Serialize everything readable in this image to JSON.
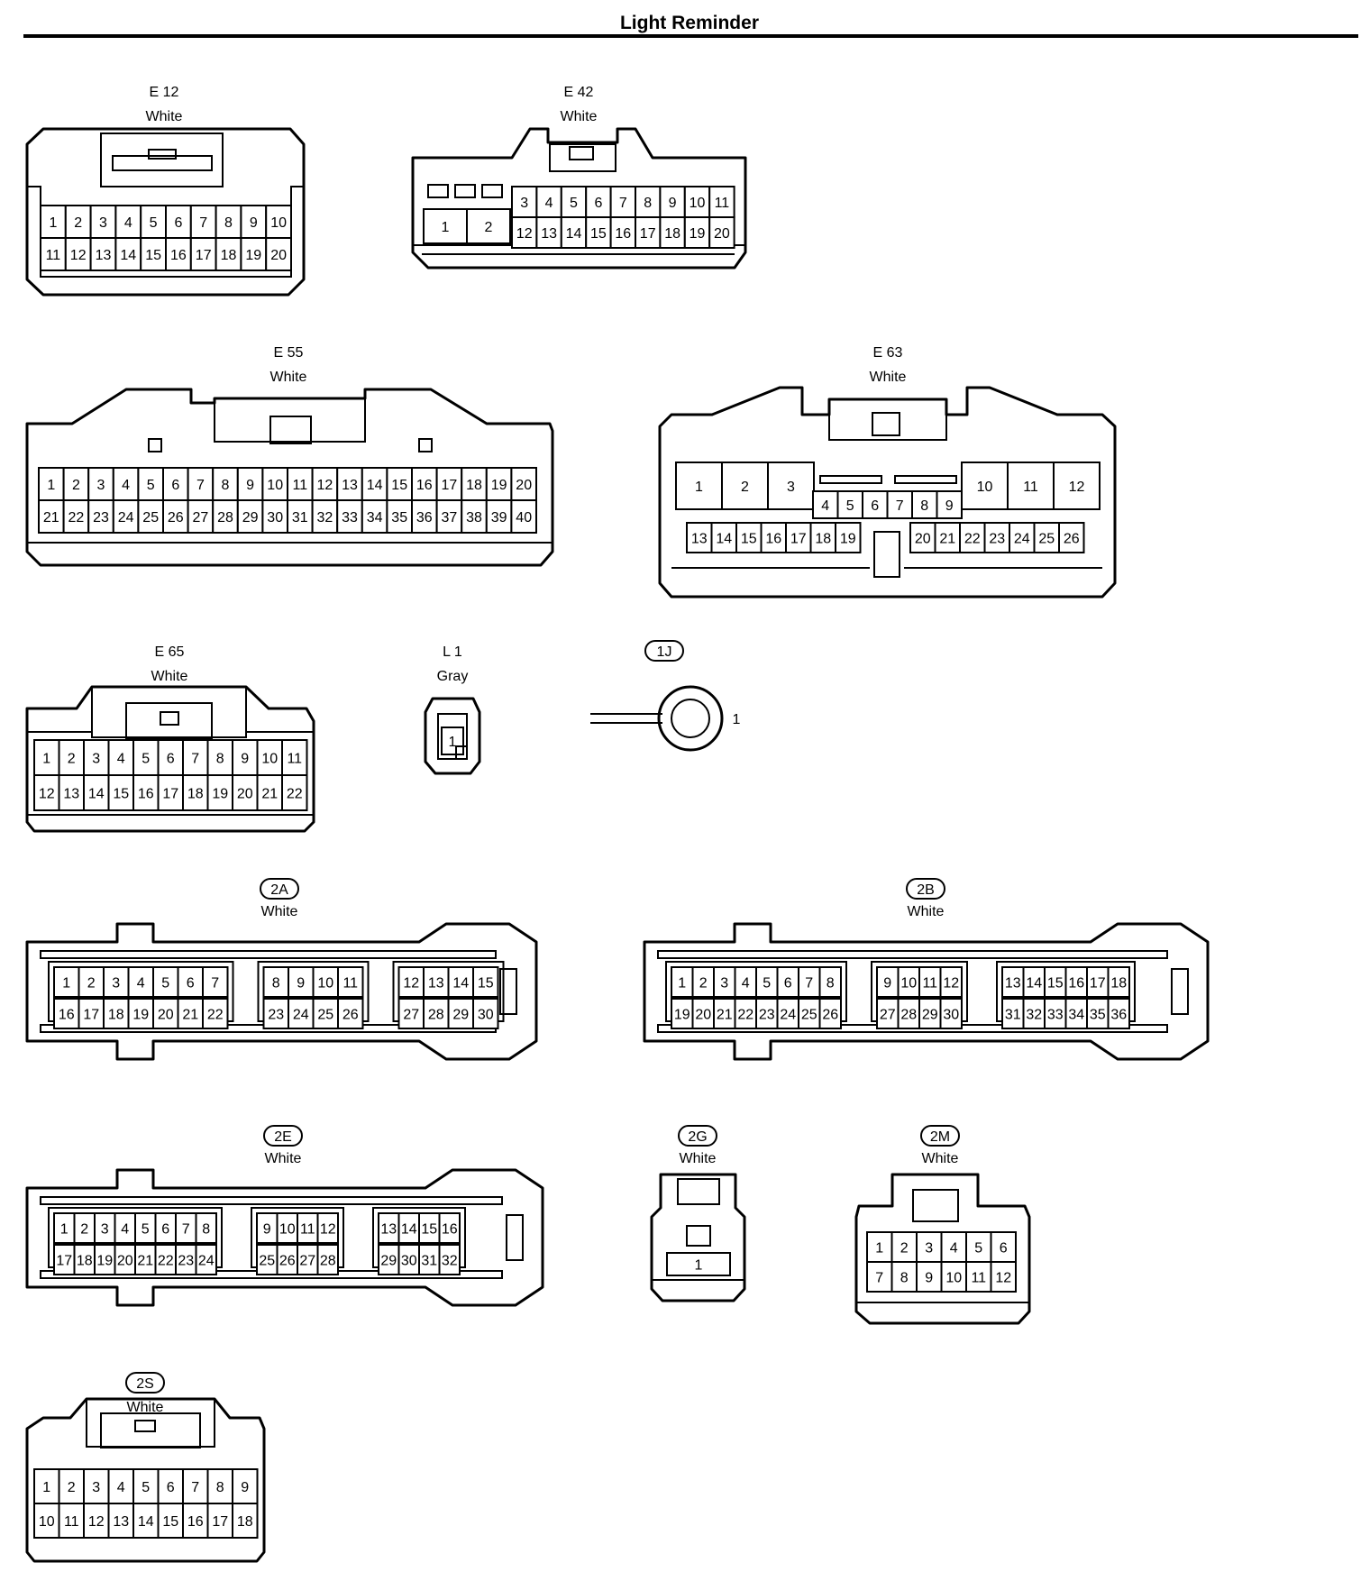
{
  "title": "Light Reminder",
  "connectors": [
    {
      "id": "E12",
      "code": "E 12",
      "pill": false,
      "color": "White",
      "rows": [
        [
          "1",
          "2",
          "3",
          "4",
          "5",
          "6",
          "7",
          "8",
          "9",
          "10"
        ],
        [
          "11",
          "12",
          "13",
          "14",
          "15",
          "16",
          "17",
          "18",
          "19",
          "20"
        ]
      ]
    },
    {
      "id": "E42",
      "code": "E 42",
      "pill": false,
      "color": "White",
      "big": [
        "1",
        "2"
      ],
      "rows": [
        [
          "3",
          "4",
          "5",
          "6",
          "7",
          "8",
          "9",
          "10",
          "11"
        ],
        [
          "12",
          "13",
          "14",
          "15",
          "16",
          "17",
          "18",
          "19",
          "20"
        ]
      ]
    },
    {
      "id": "E55",
      "code": "E 55",
      "pill": false,
      "color": "White",
      "rows": [
        [
          "1",
          "2",
          "3",
          "4",
          "5",
          "6",
          "7",
          "8",
          "9",
          "10",
          "11",
          "12",
          "13",
          "14",
          "15",
          "16",
          "17",
          "18",
          "19",
          "20"
        ],
        [
          "21",
          "22",
          "23",
          "24",
          "25",
          "26",
          "27",
          "28",
          "29",
          "30",
          "31",
          "32",
          "33",
          "34",
          "35",
          "36",
          "37",
          "38",
          "39",
          "40"
        ]
      ]
    },
    {
      "id": "E63",
      "code": "E 63",
      "pill": false,
      "color": "White",
      "big_left": [
        "1",
        "2",
        "3"
      ],
      "mid": [
        "4",
        "5",
        "6",
        "7",
        "8",
        "9"
      ],
      "big_right": [
        "10",
        "11",
        "12"
      ],
      "bottom_left": [
        "13",
        "14",
        "15",
        "16",
        "17",
        "18",
        "19"
      ],
      "bottom_right": [
        "20",
        "21",
        "22",
        "23",
        "24",
        "25",
        "26"
      ]
    },
    {
      "id": "E65",
      "code": "E 65",
      "pill": false,
      "color": "White",
      "rows": [
        [
          "1",
          "2",
          "3",
          "4",
          "5",
          "6",
          "7",
          "8",
          "9",
          "10",
          "11"
        ],
        [
          "12",
          "13",
          "14",
          "15",
          "16",
          "17",
          "18",
          "19",
          "20",
          "21",
          "22"
        ]
      ]
    },
    {
      "id": "L1",
      "code": "L 1",
      "pill": false,
      "color": "Gray",
      "pins": [
        "1"
      ]
    },
    {
      "id": "1J",
      "code": "1J",
      "pill": true,
      "color": "",
      "pins": [
        "1"
      ]
    },
    {
      "id": "2A",
      "code": "2A",
      "pill": true,
      "color": "White",
      "blocks": [
        {
          "top": [
            "1",
            "2",
            "3",
            "4",
            "5",
            "6",
            "7"
          ],
          "bottom": [
            "16",
            "17",
            "18",
            "19",
            "20",
            "21",
            "22"
          ]
        },
        {
          "top": [
            "8",
            "9",
            "10",
            "11"
          ],
          "bottom": [
            "23",
            "24",
            "25",
            "26"
          ]
        },
        {
          "top": [
            "12",
            "13",
            "14",
            "15"
          ],
          "bottom": [
            "27",
            "28",
            "29",
            "30"
          ]
        }
      ]
    },
    {
      "id": "2B",
      "code": "2B",
      "pill": true,
      "color": "White",
      "blocks": [
        {
          "top": [
            "1",
            "2",
            "3",
            "4",
            "5",
            "6",
            "7",
            "8"
          ],
          "bottom": [
            "19",
            "20",
            "21",
            "22",
            "23",
            "24",
            "25",
            "26"
          ]
        },
        {
          "top": [
            "9",
            "10",
            "11",
            "12"
          ],
          "bottom": [
            "27",
            "28",
            "29",
            "30"
          ]
        },
        {
          "top": [
            "13",
            "14",
            "15",
            "16",
            "17",
            "18"
          ],
          "bottom": [
            "31",
            "32",
            "33",
            "34",
            "35",
            "36"
          ]
        }
      ]
    },
    {
      "id": "2E",
      "code": "2E",
      "pill": true,
      "color": "White",
      "blocks": [
        {
          "top": [
            "1",
            "2",
            "3",
            "4",
            "5",
            "6",
            "7",
            "8"
          ],
          "bottom": [
            "17",
            "18",
            "19",
            "20",
            "21",
            "22",
            "23",
            "24"
          ]
        },
        {
          "top": [
            "9",
            "10",
            "11",
            "12"
          ],
          "bottom": [
            "25",
            "26",
            "27",
            "28"
          ]
        },
        {
          "top": [
            "13",
            "14",
            "15",
            "16"
          ],
          "bottom": [
            "29",
            "30",
            "31",
            "32"
          ]
        }
      ]
    },
    {
      "id": "2G",
      "code": "2G",
      "pill": true,
      "color": "White",
      "pins": [
        "1"
      ]
    },
    {
      "id": "2M",
      "code": "2M",
      "pill": true,
      "color": "White",
      "rows": [
        [
          "1",
          "2",
          "3",
          "4",
          "5",
          "6"
        ],
        [
          "7",
          "8",
          "9",
          "10",
          "11",
          "12"
        ]
      ]
    },
    {
      "id": "2S",
      "code": "2S",
      "pill": true,
      "color": "White",
      "rows": [
        [
          "1",
          "2",
          "3",
          "4",
          "5",
          "6",
          "7",
          "8",
          "9"
        ],
        [
          "10",
          "11",
          "12",
          "13",
          "14",
          "15",
          "16",
          "17",
          "18"
        ]
      ]
    }
  ]
}
